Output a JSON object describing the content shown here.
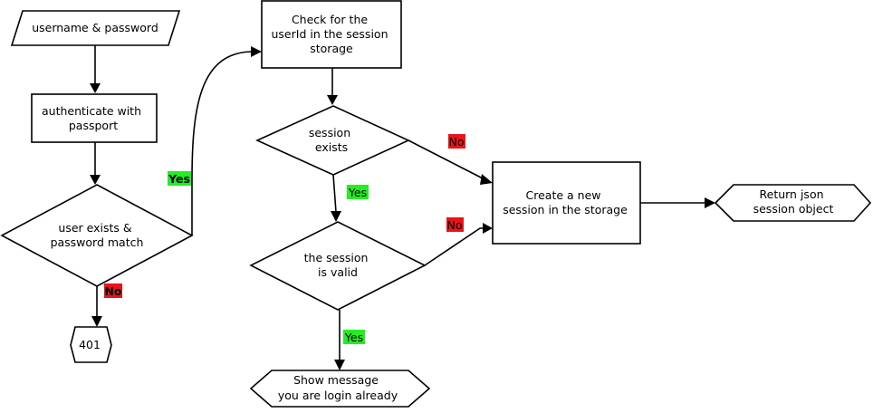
{
  "nodes": {
    "input": "username & password",
    "auth": [
      "authenticate with",
      "passport"
    ],
    "user_match": [
      "user exists &",
      "password match"
    ],
    "unauthorized": "401",
    "check_session": [
      "Check for the",
      "userId in the session",
      "storage"
    ],
    "session_exists": [
      "session",
      "exists"
    ],
    "session_valid": [
      "the session",
      "is valid"
    ],
    "create_session": [
      "Create a new",
      "session in the storage"
    ],
    "return_json": [
      "Return json",
      "session object"
    ],
    "show_message": [
      "Show message",
      "you are login already"
    ]
  },
  "edge_labels": {
    "match_yes": "Yes",
    "match_no": "No",
    "exists_yes": "Yes",
    "exists_no": "No",
    "valid_yes": "Yes",
    "valid_no": "No"
  },
  "colors": {
    "yes_label": "#22ee22",
    "no_label": "#e8141a"
  }
}
